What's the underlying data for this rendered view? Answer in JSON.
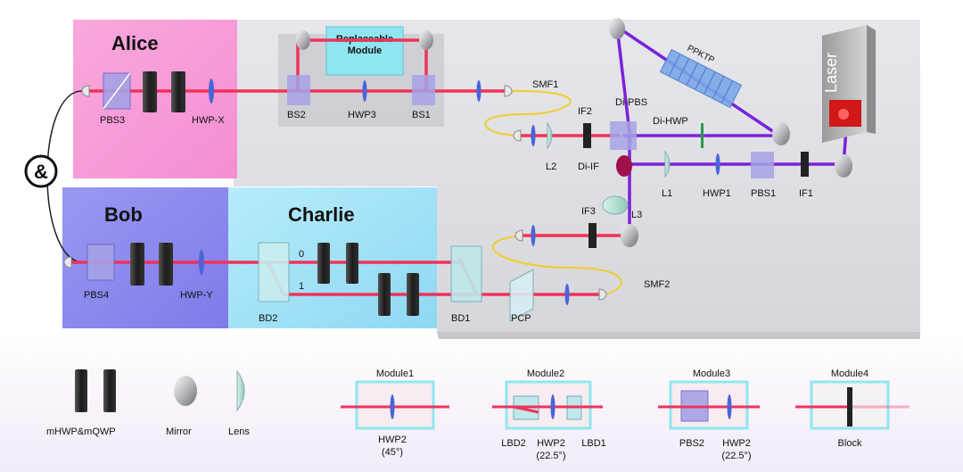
{
  "regions": {
    "alice": "Alice",
    "bob": "Bob",
    "charlie": "Charlie"
  },
  "coincidence_symbol": "&",
  "labels": {
    "replaceable_module": [
      "Replaceable",
      "Module"
    ],
    "laser": "Laser",
    "ppktp": "PPKTP",
    "pbs3": "PBS3",
    "hwp_x": "HWP-X",
    "bs2": "BS2",
    "hwp3": "HWP3",
    "bs1": "BS1",
    "smf1": "SMF1",
    "if2": "IF2",
    "di_pbs": "Di-PBS",
    "di_hwp": "Di-HWP",
    "l2": "L2",
    "di_if": "Di-IF",
    "l1": "L1",
    "hwp1": "HWP1",
    "pbs1": "PBS1",
    "if1": "IF1",
    "if3": "IF3",
    "l3": "L3",
    "smf2": "SMF2",
    "pbs4": "PBS4",
    "hwp_y": "HWP-Y",
    "bd2": "BD2",
    "bd1": "BD1",
    "pcp": "PCP",
    "path0": "0",
    "path1": "1"
  },
  "legend": {
    "waveplates": "mHWP&mQWP",
    "mirror": "Mirror",
    "lens": "Lens"
  },
  "modules": [
    {
      "title": "Module1",
      "captions": [
        "HWP2",
        "(45°)"
      ]
    },
    {
      "title": "Module2",
      "captions": [
        "LBD2",
        "HWP2",
        "(22.5°)",
        "LBD1"
      ]
    },
    {
      "title": "Module3",
      "captions": [
        "PBS2",
        "HWP2",
        "(22.5°)"
      ]
    },
    {
      "title": "Module4",
      "captions": [
        "Block"
      ]
    }
  ],
  "colors": {
    "alice": "#f7a3dc",
    "bob": "#8f8cf0",
    "charlie": "#9fe0f5",
    "table": "#dcdde0",
    "beam_red": "#f0325a",
    "beam_pump": "#7a22d8",
    "fiber": "#f2cc2c",
    "module_box": "#8fe6f0"
  }
}
